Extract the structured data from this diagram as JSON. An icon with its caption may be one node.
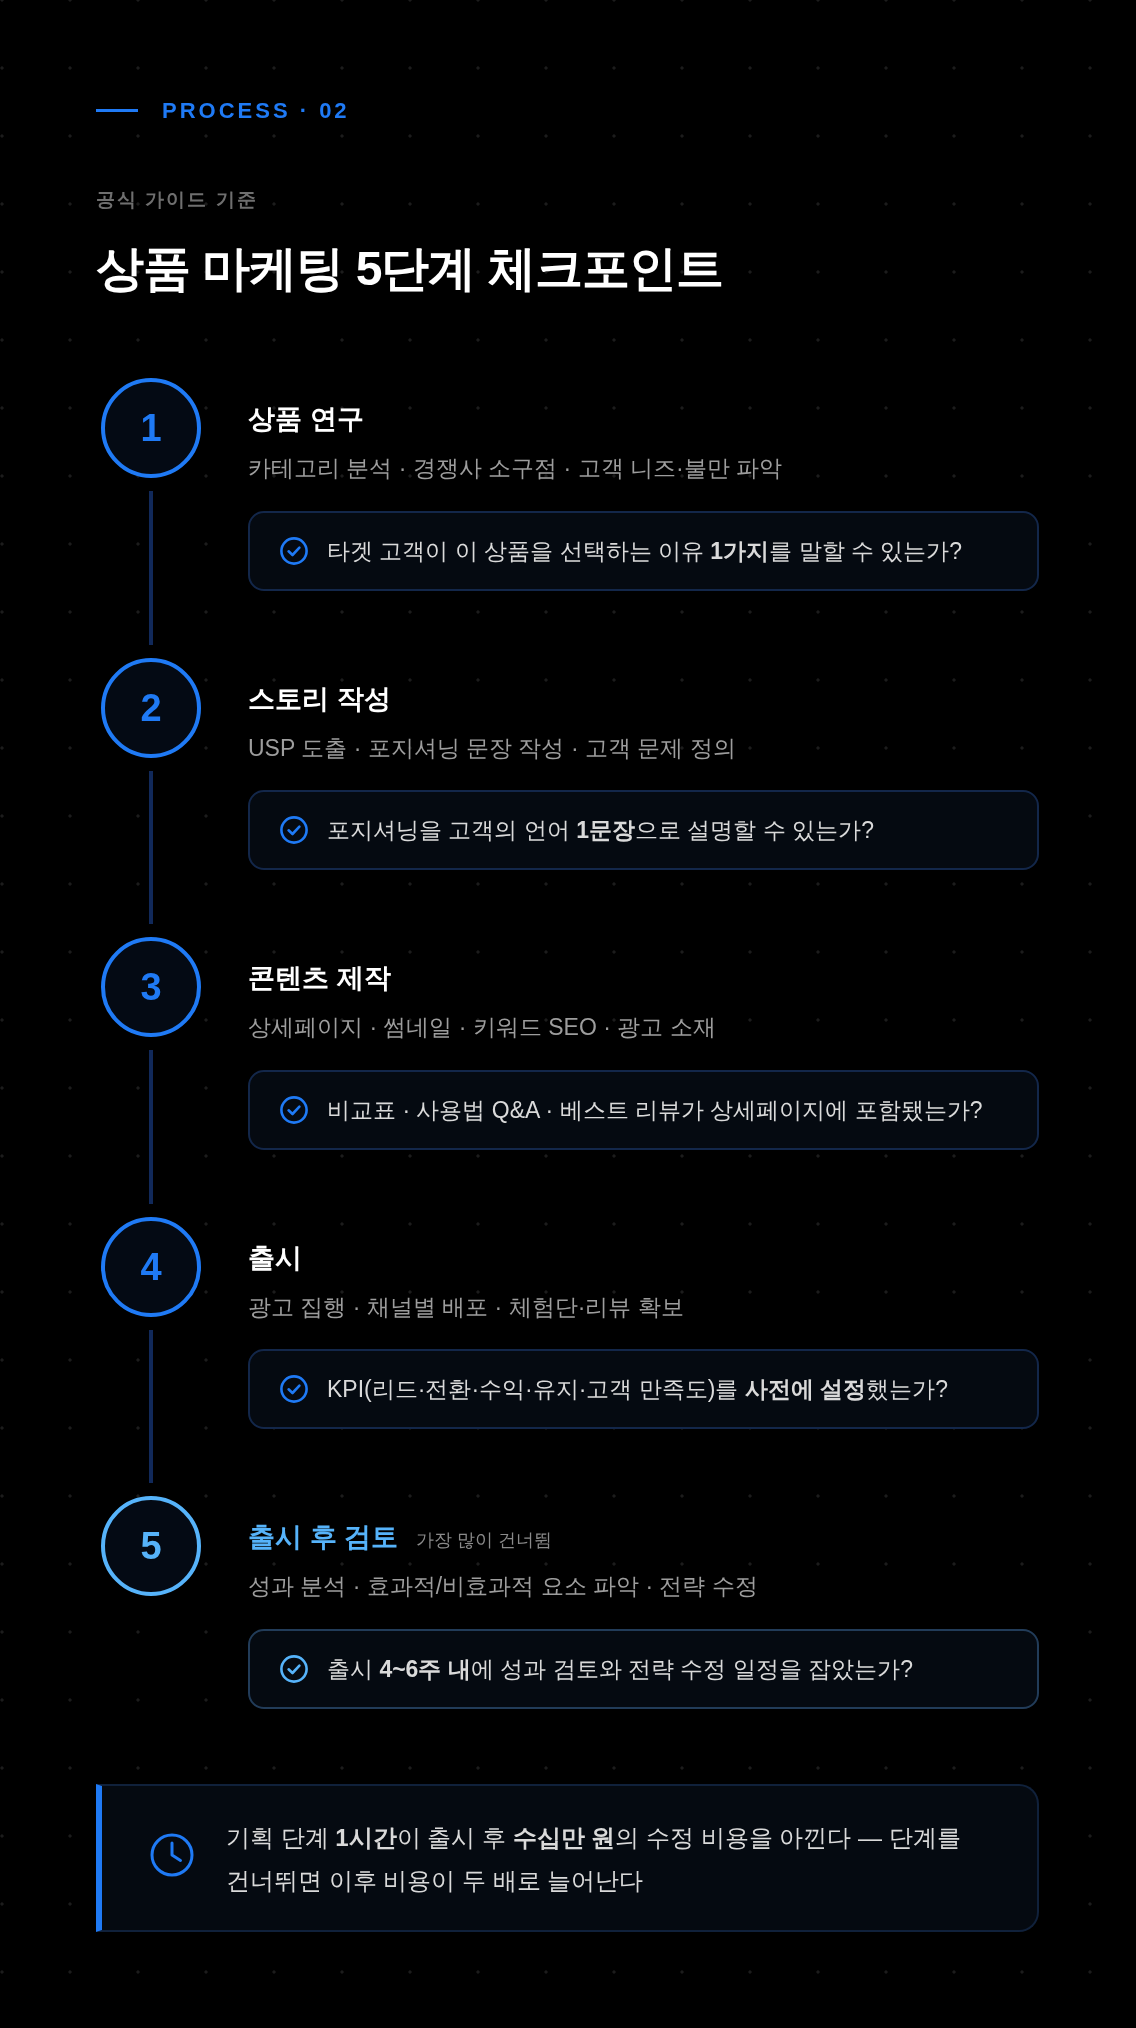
{
  "diagram": {
    "title": "상품 마케팅 **5단계** 체크포인트",
    "nodes": [
      {
        "text": [
          "1"
        ],
        "beside": [
          "상품 연구",
          "카테고리 분석 · 경쟁사 소구점 · 고객 니즈·불만 파악"
        ]
      },
      {
        "text": [
          "타겟 고객이 이 상품을 선택하는 이유 **1가지**를 말할 수 있는가?"
        ]
      },
      {
        "text": [
          "2"
        ],
        "beside": [
          "스토리 작성",
          "USP 도출 · 포지셔닝 문장 작성 · 고객 문제 정의"
        ]
      },
      {
        "text": [
          "포지셔닝을 고객의 언어 **1문장**으로 설명할 수 있는가?"
        ]
      },
      {
        "text": [
          "3"
        ],
        "beside": [
          "콘텐츠 제작",
          "상세페이지 · 썸네일 · 키워드 SEO · 광고 소재"
        ]
      },
      {
        "text": [
          "비교표 · 사용법 Q&A · 베스트 리뷰가 상세페이지에 포함됐는가?"
        ]
      },
      {
        "text": [
          "4"
        ],
        "beside": [
          "출시",
          "광고 집행 · 채널별 배포 · 체험단·리뷰 확보"
        ]
      },
      {
        "text": [
          "KPI(리드·전환·수익·유지·고객 만족도)를 **사전에 설정**했는가?"
        ]
      },
      {
        "text": [
          "5"
        ],
        "beside": [
          "출시 후 검토",
          "가장 많이 건너뜀",
          "성과 분석 · 효과적/비효과적 요소 파악 · 전략 수정"
        ]
      },
      {
        "text": [
          "출시 **4~6주 내**에 성과 검토와 전략 수정 일정을 잡았는가?"
        ]
      },
      {
        "text": [
          "기획 단계 **1시간**이 출시 후 **수십만 원**의 수정 비용을 아낀다 — 단계를 건너뛰면 이후 비용이 두 배로 늘어난다"
        ]
      }
    ],
    "edges": [
      {
        "from": 0,
        "to": 2,
        "arrow": "none"
      },
      {
        "from": 2,
        "to": 4,
        "arrow": "none"
      },
      {
        "from": 4,
        "to": 6,
        "arrow": "none"
      },
      {
        "from": 6,
        "to": 8,
        "arrow": "none"
      }
    ],
    "labels": [
      "PROCESS · 02",
      "공식 가이드 기준"
    ]
  }
}
